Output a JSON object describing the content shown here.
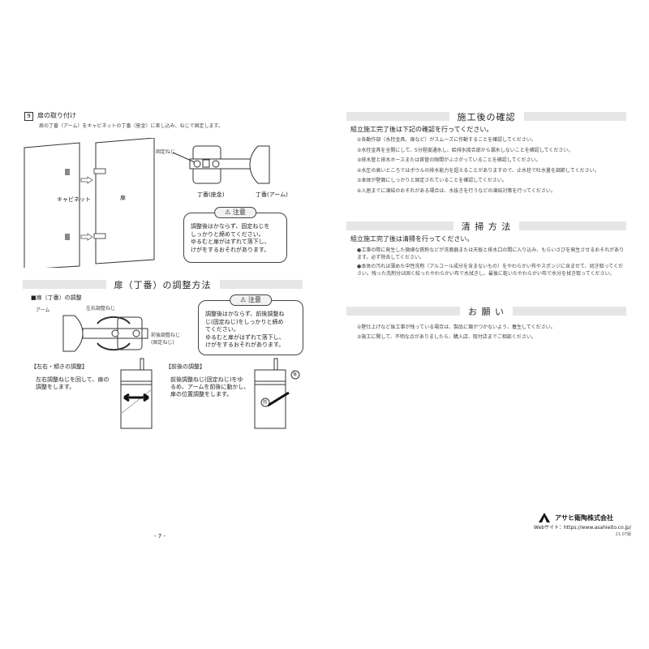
{
  "left": {
    "step_number": "9",
    "step_title": "扉の取り付け",
    "step_desc": "扉の丁番（アーム）をキャビネットの丁番（座金）に差し込み、ねじで固定します。",
    "label_cabinet": "キャビネット",
    "label_door": "扉",
    "label_fix_screw": "固定ねじ",
    "label_hinge_base": "丁番(座金)",
    "label_hinge_arm": "丁番(アーム)",
    "caution1_title": "注意",
    "caution1_text": "調整後はかならず、固定ねじを\nしっかりと締めてください。\nゆるむと扉がはずれて落下し、\nけがをするおそれがあります。",
    "section_title": "扉（丁番）の調整方法",
    "sub_title": "■扉（丁番）の調整",
    "label_arm": "アーム",
    "label_lr_screw": "左右調整ねじ",
    "label_fb_screw": "前後調整ねじ\n(固定ねじ)",
    "caution2_title": "注意",
    "caution2_text": "調整後はかならず、前後調整ね\nじ(固定ねじ)をしっかりと締め\nてください。\nゆるむと扉がはずれて落下し、\nけがをするおそれがあります。",
    "lr_heading": "【左右・傾きの調整】",
    "lr_text": "左右調整ねじを回して、扉の\n調整をします。",
    "fb_heading": "【前後の調整】",
    "fb_text": "前後調整ねじ(固定ねじ)をゆ\nるめ、アームを前後に動かし、\n扉の位置調整をします。",
    "label_front": "前",
    "label_back": "後",
    "page_number": "- 7 -"
  },
  "right": {
    "check_title": "施工後の確認",
    "check_lead": "組立施工完了後は下記の確認を行ってください。",
    "check_items": [
      "①各動作部（水栓金具、扉など）がスムーズに作動することを確認してください。",
      "②水栓金具を全開にして、5分程度通水し、給排水接合部から漏水しないことを確認してください。",
      "③排水管と排水ホースまたは首管の隙間がふさがっていることを確認してください。",
      "④水圧の高いところではボウルの排水能力を超えることがありますので、止水栓で吐水量を調節してください。",
      "⑤本体が壁面にしっかりと固定されていることを確認してください。",
      "⑥入居までに凍結のおそれがある場合は、水抜きを行うなどの凍結対策を行ってください。"
    ],
    "clean_title": "清 掃 方 法",
    "clean_lead": "組立施工完了後は清掃を行ってください。",
    "clean_items": [
      "●工事の際に発生した微細な鉄粉などが洗面器または天板と排水口の間に入り込み、もらいさびを発生させるおそれがあります。必ず除去してください。",
      "●本体の汚れは薄めた中性洗剤（アルコール成分を含まないもの）をやわらかい布やスポンジに含ませて、拭き取ってください。残った洗剤分は固く絞ったやわらかい布で水拭きし、最後に乾いたやわらかい布で水分を拭き取ってください。"
    ],
    "request_title": "お 願 い",
    "request_items": [
      "①壁仕上げなど後工事が残っている場合は、製品に傷がつかないよう、養生してください。",
      "②施工に関して、不明な点がありましたら、購入店、取付店までご相談ください。"
    ],
    "company_name": "アサヒ衛陶株式会社",
    "website": "Webサイト：https://www.asahieito.co.jp/",
    "edition": "21.07版"
  }
}
